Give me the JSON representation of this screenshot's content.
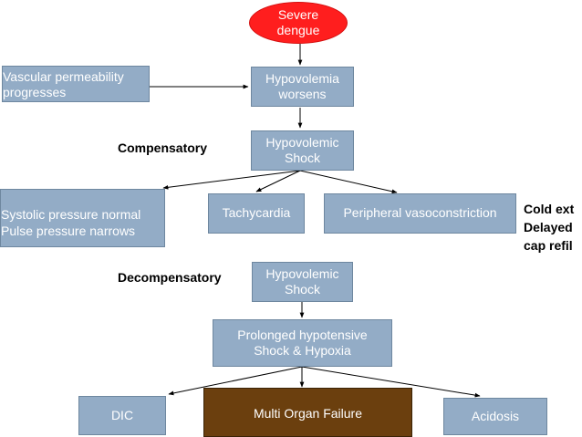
{
  "nodes": {
    "severe_dengue": [
      "Severe",
      "dengue"
    ],
    "vascular_permeability": [
      "Vascular permeability",
      "progresses"
    ],
    "hypovolemia_worsens": [
      "Hypovolemia",
      "worsens"
    ],
    "hypovolemic_shock_1": [
      "Hypovolemic",
      "Shock"
    ],
    "systolic_pulse": [
      "Systolic pressure normal",
      "Pulse pressure narrows"
    ],
    "tachycardia": "Tachycardia",
    "peripheral_vasoconstriction": "Peripheral vasoconstriction",
    "hypovolemic_shock_2": [
      "Hypovolemic",
      "Shock"
    ],
    "prolonged_hypotensive": [
      "Prolonged hypotensive",
      "Shock & Hypoxia"
    ],
    "dic": "DIC",
    "multi_organ_failure": "Multi Organ Failure",
    "acidosis": "Acidosis"
  },
  "labels": {
    "compensatory": "Compensatory",
    "decompensatory": "Decompensatory"
  },
  "side_notes": [
    "Cold ext",
    "Delayed",
    "cap refil"
  ],
  "colors": {
    "box_fill": "#93acc6",
    "oval_fill": "#ff1e1e",
    "brown_fill": "#6b3f0e"
  }
}
